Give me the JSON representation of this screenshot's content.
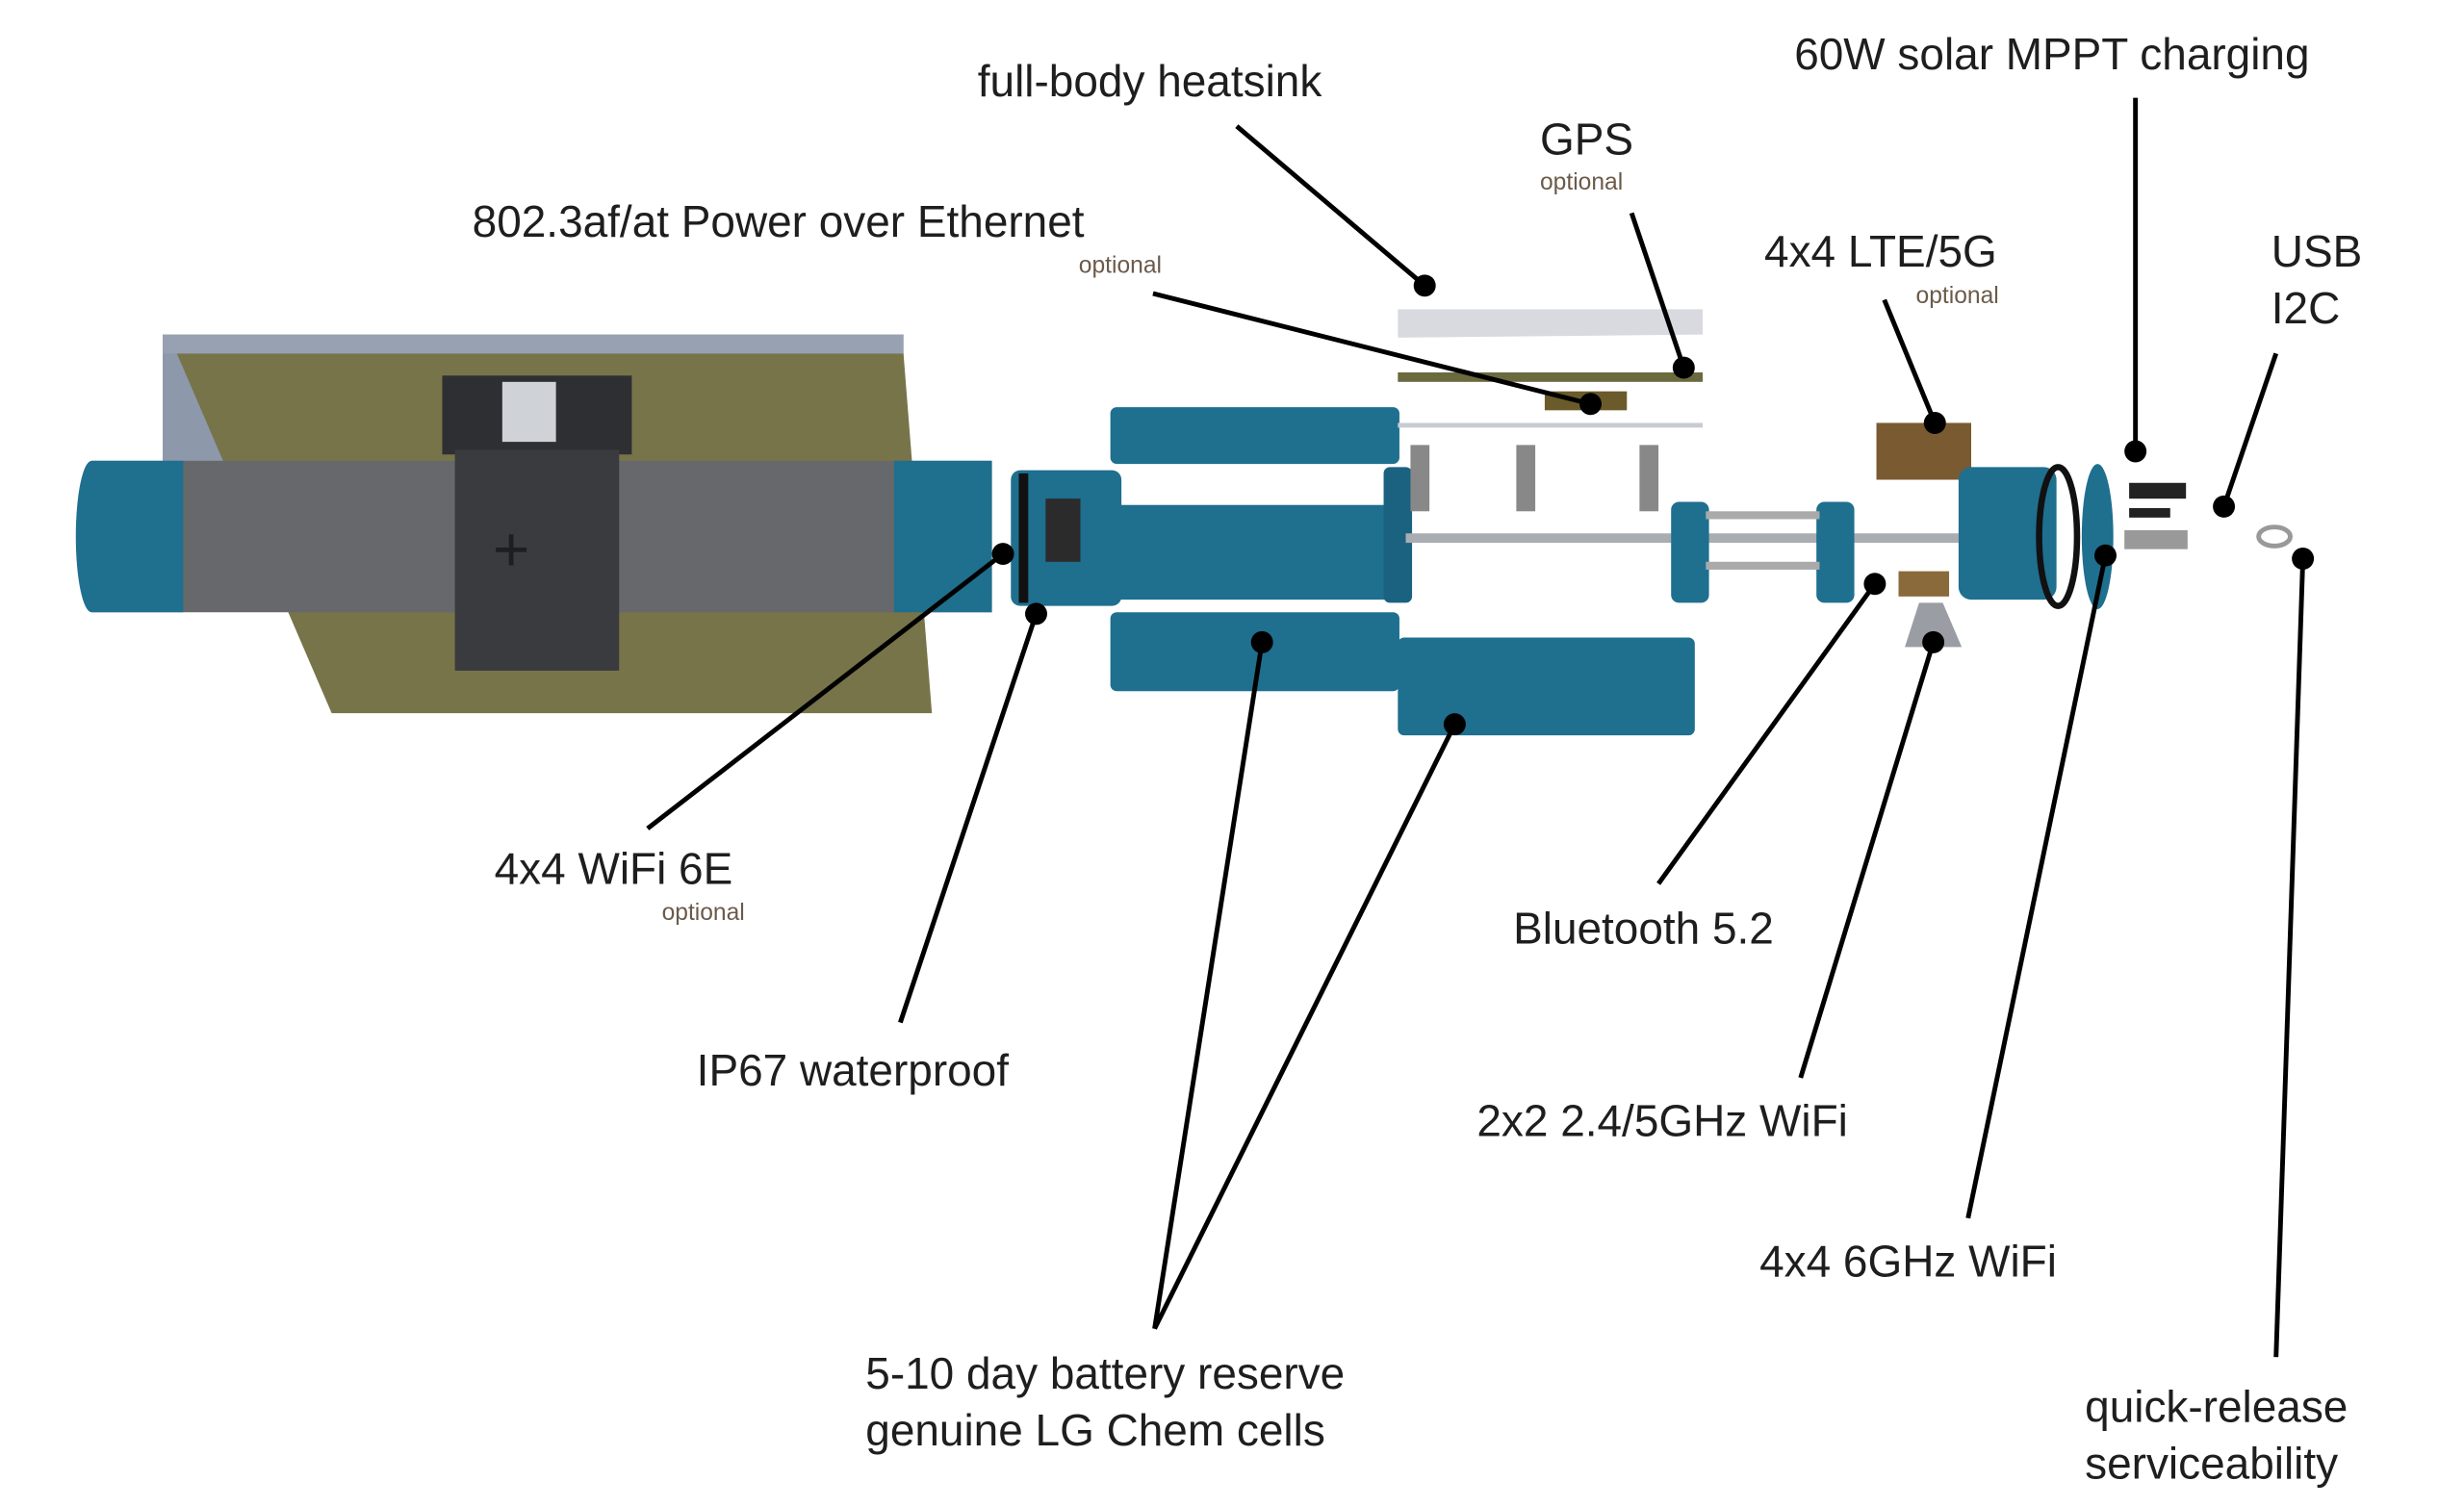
{
  "colors": {
    "housing_blue": "#1f6f8f",
    "body_gray": "#6a6c70",
    "panel_olive": "#7d7a4a",
    "panel_frame": "#8a96a8"
  },
  "labels": {
    "heatsink": "full-body heatsink",
    "mppt": "60W solar MPPT charging",
    "gps": "GPS",
    "gps_opt": "optional",
    "poe": "802.3af/at Power over Ethernet",
    "poe_opt": "optional",
    "lte": "4x4 LTE/5G",
    "lte_opt": "optional",
    "usb": "USB",
    "i2c": "I2C",
    "wifi6e": "4x4 WiFi 6E",
    "wifi6e_opt": "optional",
    "ip67": "IP67 waterproof",
    "bluetooth": "Bluetooth 5.2",
    "wifi_2x2": "2x2 2.4/5GHz WiFi",
    "wifi_6ghz": "4x4 6GHz WiFi",
    "battery_1": "5-10 day  battery reserve",
    "battery_2": "genuine LG Chem cells",
    "quick_1": "quick-release",
    "quick_2": "serviceability"
  }
}
